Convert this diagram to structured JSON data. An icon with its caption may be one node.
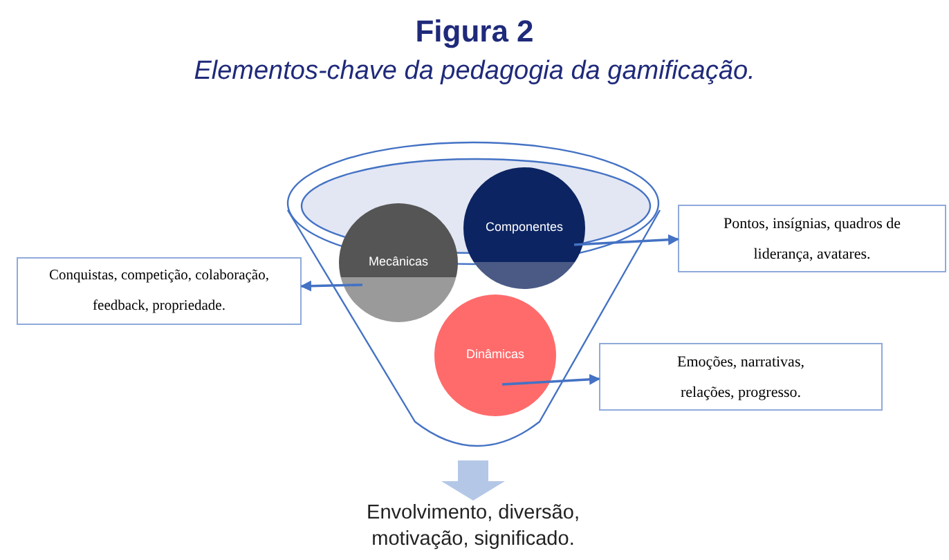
{
  "diagram": {
    "title": "Figura 2",
    "caption": "Elementos-chave da pedagogia da gamificação.",
    "nodes": [
      {
        "text": [],
        "shape": "funnel"
      },
      {
        "text": [
          "Mecânicas"
        ],
        "in": 0
      },
      {
        "text": [
          "Componentes"
        ],
        "in": 0
      },
      {
        "text": [
          "Dinâmicas"
        ],
        "in": 0
      },
      {
        "text": [
          "Conquistas, competição, colaboração, feedback, propriedade."
        ]
      },
      {
        "text": [
          "Pontos, insígnias, quadros de liderança, avatares."
        ]
      },
      {
        "text": [
          "Emoções, narrativas, relações, progresso."
        ]
      },
      {
        "text": [
          "Envolvimento, diversão, motivação, significado."
        ]
      }
    ],
    "edges": [
      {
        "from": 1,
        "to": 4,
        "arrow": "to"
      },
      {
        "from": 2,
        "to": 5,
        "arrow": "to"
      },
      {
        "from": 3,
        "to": 6,
        "arrow": "to"
      },
      {
        "from": 0,
        "to": 7,
        "arrow": "to",
        "style": "thick",
        "color": "#b4c7e7"
      }
    ]
  }
}
